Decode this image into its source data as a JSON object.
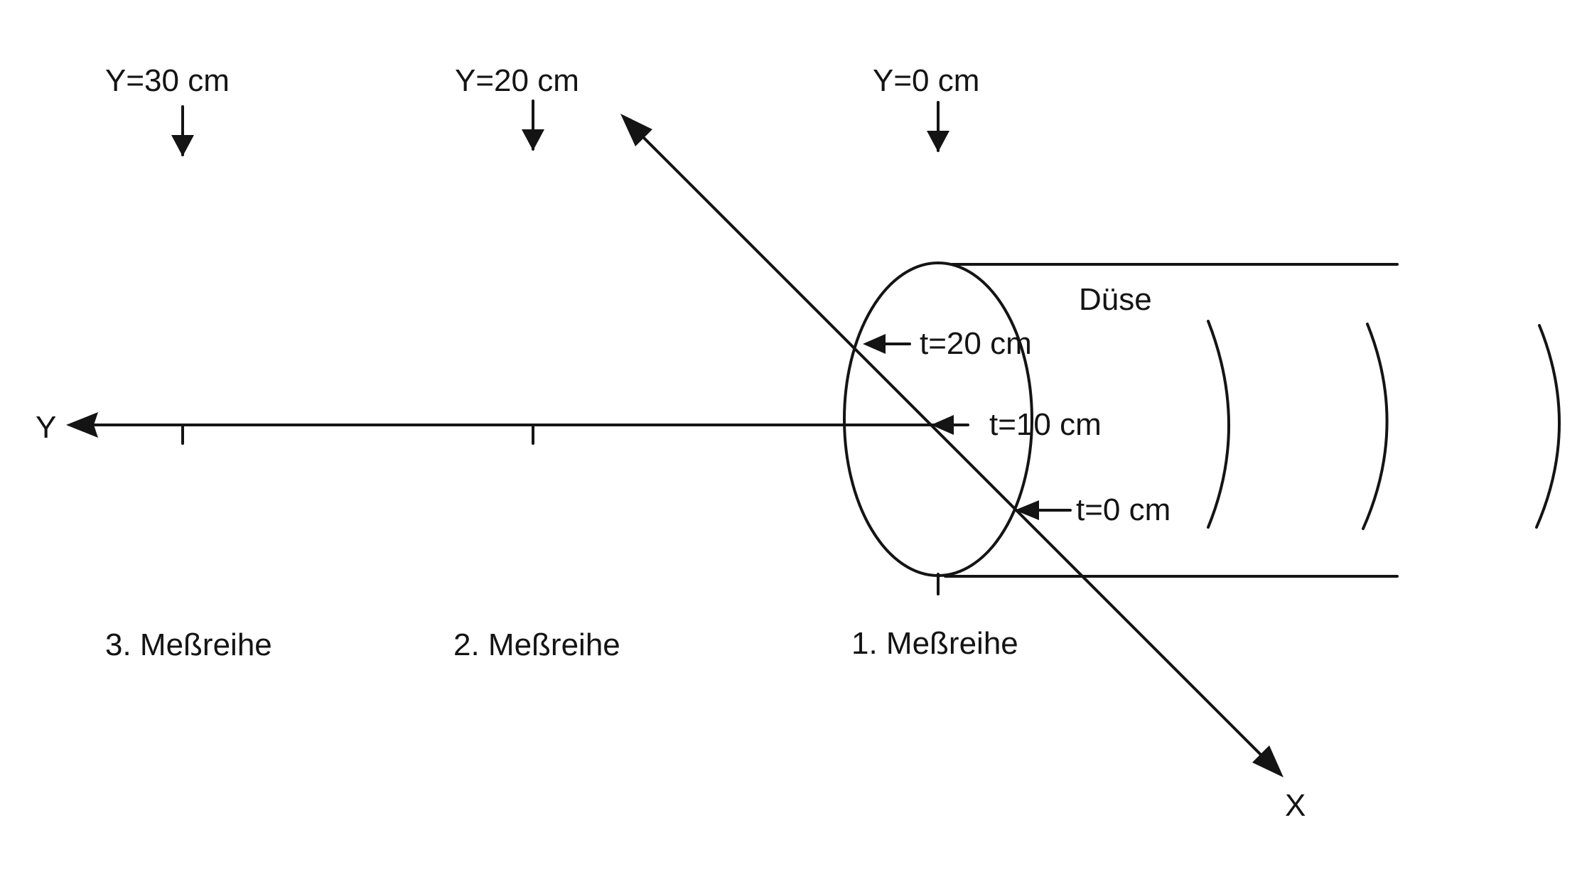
{
  "diagram": {
    "position_labels": [
      {
        "id": "y30",
        "text": "Y=30 cm"
      },
      {
        "id": "y20",
        "text": "Y=20 cm"
      },
      {
        "id": "y0",
        "text": "Y=0 cm"
      }
    ],
    "series_labels": [
      {
        "id": "r3",
        "text": "3. Meßreihe"
      },
      {
        "id": "r2",
        "text": "2. Meßreihe"
      },
      {
        "id": "r1",
        "text": "1. Meßreihe"
      }
    ],
    "t_labels": [
      {
        "id": "t20",
        "text": "t=20 cm"
      },
      {
        "id": "t10",
        "text": "t=10 cm"
      },
      {
        "id": "t0",
        "text": "t=0 cm"
      }
    ],
    "axis_y_label": "Y",
    "axis_x_label": "X",
    "nozzle_label": "Düse",
    "line_color": "#141414",
    "background_color": "#ffffff"
  }
}
